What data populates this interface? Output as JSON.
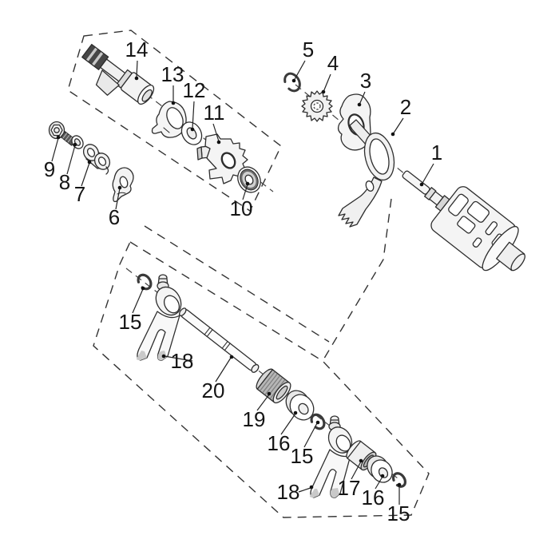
{
  "figure": {
    "type": "exploded-parts-diagram",
    "background": "#ffffff",
    "line_color": "#2d2d2d",
    "label_color": "#151515",
    "callouts": [
      {
        "part": "1",
        "text": "1"
      },
      {
        "part": "2",
        "text": "2"
      },
      {
        "part": "3",
        "text": "3"
      },
      {
        "part": "4",
        "text": "4"
      },
      {
        "part": "5",
        "text": "5"
      },
      {
        "part": "6",
        "text": "6"
      },
      {
        "part": "7",
        "text": "7"
      },
      {
        "part": "8",
        "text": "8"
      },
      {
        "part": "9",
        "text": "9"
      },
      {
        "part": "10",
        "text": "10"
      },
      {
        "part": "11",
        "text": "11"
      },
      {
        "part": "12",
        "text": "12"
      },
      {
        "part": "13",
        "text": "13"
      },
      {
        "part": "14",
        "text": "14"
      },
      {
        "part": "15a",
        "text": "15"
      },
      {
        "part": "16a",
        "text": "16"
      },
      {
        "part": "15b",
        "text": "15"
      },
      {
        "part": "17",
        "text": "17"
      },
      {
        "part": "16b",
        "text": "16"
      },
      {
        "part": "15c",
        "text": "15"
      },
      {
        "part": "18a",
        "text": "18"
      },
      {
        "part": "18b",
        "text": "18"
      },
      {
        "part": "19",
        "text": "19"
      },
      {
        "part": "20",
        "text": "20"
      }
    ]
  }
}
